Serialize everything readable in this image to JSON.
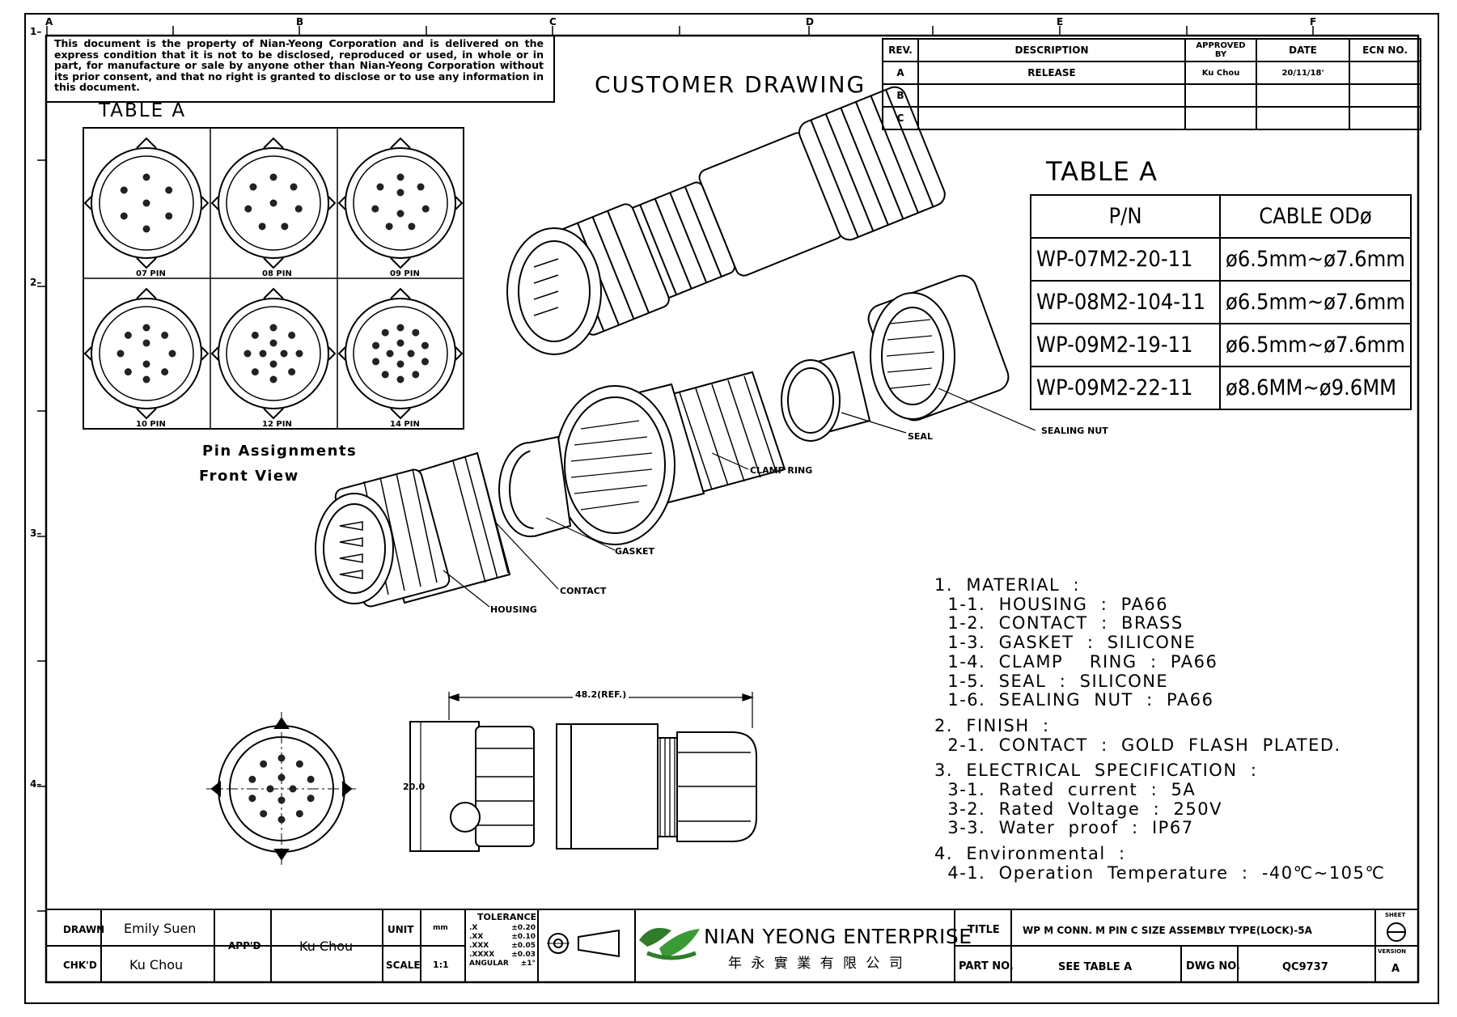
{
  "disclaimer": "This document is the property of Nian-Yeong Corporation and is delivered on the express condition that it is not to be disclosed, reproduced or used, in whole or in part, for manufacture or sale by anyone other than Nian-Yeong Corporation without its prior consent, and that no right is granted to disclose or to use any information in this document.",
  "grid": {
    "columns": [
      "A",
      "B",
      "C",
      "D",
      "E",
      "F"
    ],
    "rows": [
      "1",
      "2",
      "3",
      "4"
    ]
  },
  "customer_drawing": "CUSTOMER DRAWING",
  "revision": {
    "headers": [
      "REV.",
      "DESCRIPTION",
      "APPROVED BY",
      "DATE",
      "ECN NO."
    ],
    "rows": [
      {
        "rev": "A",
        "description": "RELEASE",
        "approved": "Ku Chou",
        "date": "20/11/18'",
        "ecn": ""
      },
      {
        "rev": "B",
        "description": "",
        "approved": "",
        "date": "",
        "ecn": ""
      },
      {
        "rev": "C",
        "description": "",
        "approved": "",
        "date": "",
        "ecn": ""
      }
    ]
  },
  "pin_table": {
    "title": "TABLE A",
    "labels": [
      "07 PIN",
      "08 PIN",
      "09 PIN",
      "10 PIN",
      "12 PIN",
      "14 PIN"
    ],
    "caption1": "Pin Assignments",
    "caption2": "Front View"
  },
  "table_a": {
    "title": "TABLE A",
    "headers": [
      "P/N",
      "CABLE ODø"
    ],
    "rows": [
      [
        "WP-07M2-20-11",
        "ø6.5mm~ø7.6mm"
      ],
      [
        "WP-08M2-104-11",
        "ø6.5mm~ø7.6mm"
      ],
      [
        "WP-09M2-19-11",
        "ø6.5mm~ø7.6mm"
      ],
      [
        "WP-09M2-22-11",
        "ø8.6MM~ø9.6MM"
      ]
    ]
  },
  "callouts": {
    "seal": "SEAL",
    "sealing_nut": "SEALING NUT",
    "clamp_ring": "CLAMP RING",
    "gasket": "GASKET",
    "contact": "CONTACT",
    "housing": "HOUSING"
  },
  "dimensions": {
    "length": "48.2(REF.)",
    "height": "20.0"
  },
  "notes": [
    "1.  MATERIAL  :",
    "  1-1.  HOUSING  :  PA66",
    "  1-2.  CONTACT  :  BRASS",
    "  1-3.  GASKET  :  SILICONE",
    "  1-4.  CLAMP    RING  :  PA66",
    "  1-5.  SEAL  :  SILICONE",
    "  1-6.  SEALING  NUT  :  PA66",
    "2.  FINISH  :",
    "  2-1.  CONTACT  :  GOLD  FLASH  PLATED.",
    "3.  ELECTRICAL  SPECIFICATION  :",
    "  3-1.  Rated  current  :  5A",
    "  3-2.  Rated  Voltage  :  250V",
    "  3-3.  Water  proof  :  IP67",
    "4.  Environmental  :",
    "  4-1.  Operation  Temperature  :  -40℃~105℃"
  ],
  "title_block": {
    "drawn_label": "DRAWN",
    "drawn": "Emily Suen",
    "chkd_label": "CHK'D",
    "chkd": "Ku Chou",
    "appd_label": "APP'D",
    "appd": "Ku Chou",
    "unit_label": "UNIT",
    "unit": "mm",
    "scale_label": "SCALE",
    "scale": "1:1",
    "tolerance_label": "TOLERANCE",
    "tolerances": [
      [
        ".X",
        "±0.20"
      ],
      [
        ".XX",
        "±0.10"
      ],
      [
        ".XXX",
        "±0.05"
      ],
      [
        ".XXXX",
        "±0.03"
      ],
      [
        "ANGULAR",
        "±1°"
      ]
    ],
    "company": "NIAN YEONG ENTERPRISE",
    "company_cn": "年 永 實 業 有 限 公 司",
    "title_label": "TITLE",
    "title": "WP M CONN. M PIN C SIZE ASSEMBLY TYPE(LOCK)-5A",
    "partno_label": "PART NO.",
    "partno": "SEE TABLE A",
    "dwgno_label": "DWG NO.",
    "dwgno": "QC9737",
    "sheet_label": "SHEET",
    "version_label": "VERSION",
    "version": "A"
  }
}
